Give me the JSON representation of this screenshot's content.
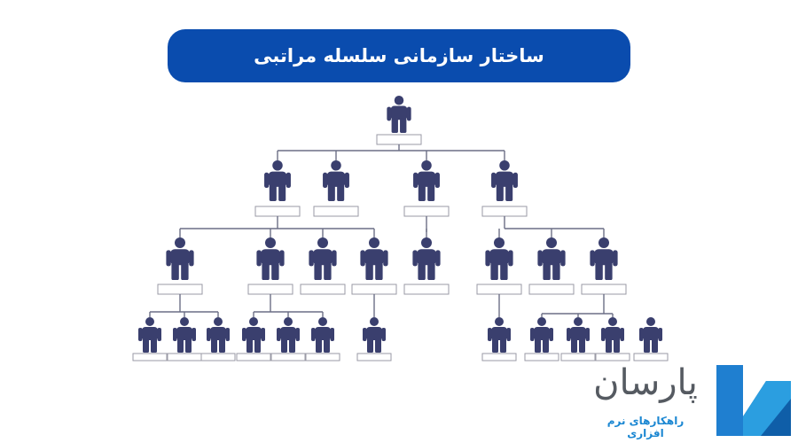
{
  "title": "ساختار سازمانی سلسله مراتبی",
  "brand": {
    "name": "پارسان",
    "tagline": "راهکارهای نرم افزاری"
  },
  "colors": {
    "banner": "#0a4cae",
    "person": "#3a3f6e",
    "line": "#6b6e85",
    "box_border": "#9a9aa6",
    "logo_dark": "#0f5ea8",
    "logo_light": "#2b9ee0"
  },
  "icons": [
    "person-icon",
    "name-box",
    "parsan-logo-icon"
  ]
}
